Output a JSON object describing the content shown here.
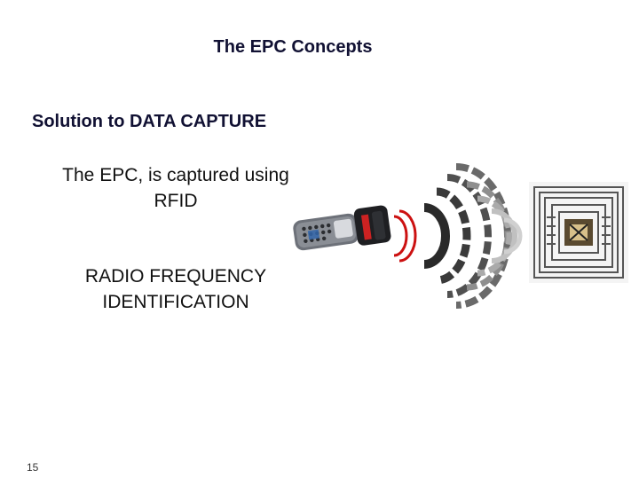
{
  "slide": {
    "title": "The EPC Concepts",
    "subtitle": "Solution to DATA CAPTURE",
    "line1": "The EPC, is captured using RFID",
    "line2": "RADIO FREQUENCY IDENTIFICATION",
    "page_number": "15"
  },
  "illustration": {
    "reader_icon": "handheld-rfid-reader-icon",
    "waves_icon": "radio-waves-icon",
    "tag_icon": "rfid-tag-icon",
    "wave_color_red": "#cc1111",
    "wave_color_dark": "#3a3a3a",
    "wave_color_light": "#b8b8b8"
  }
}
